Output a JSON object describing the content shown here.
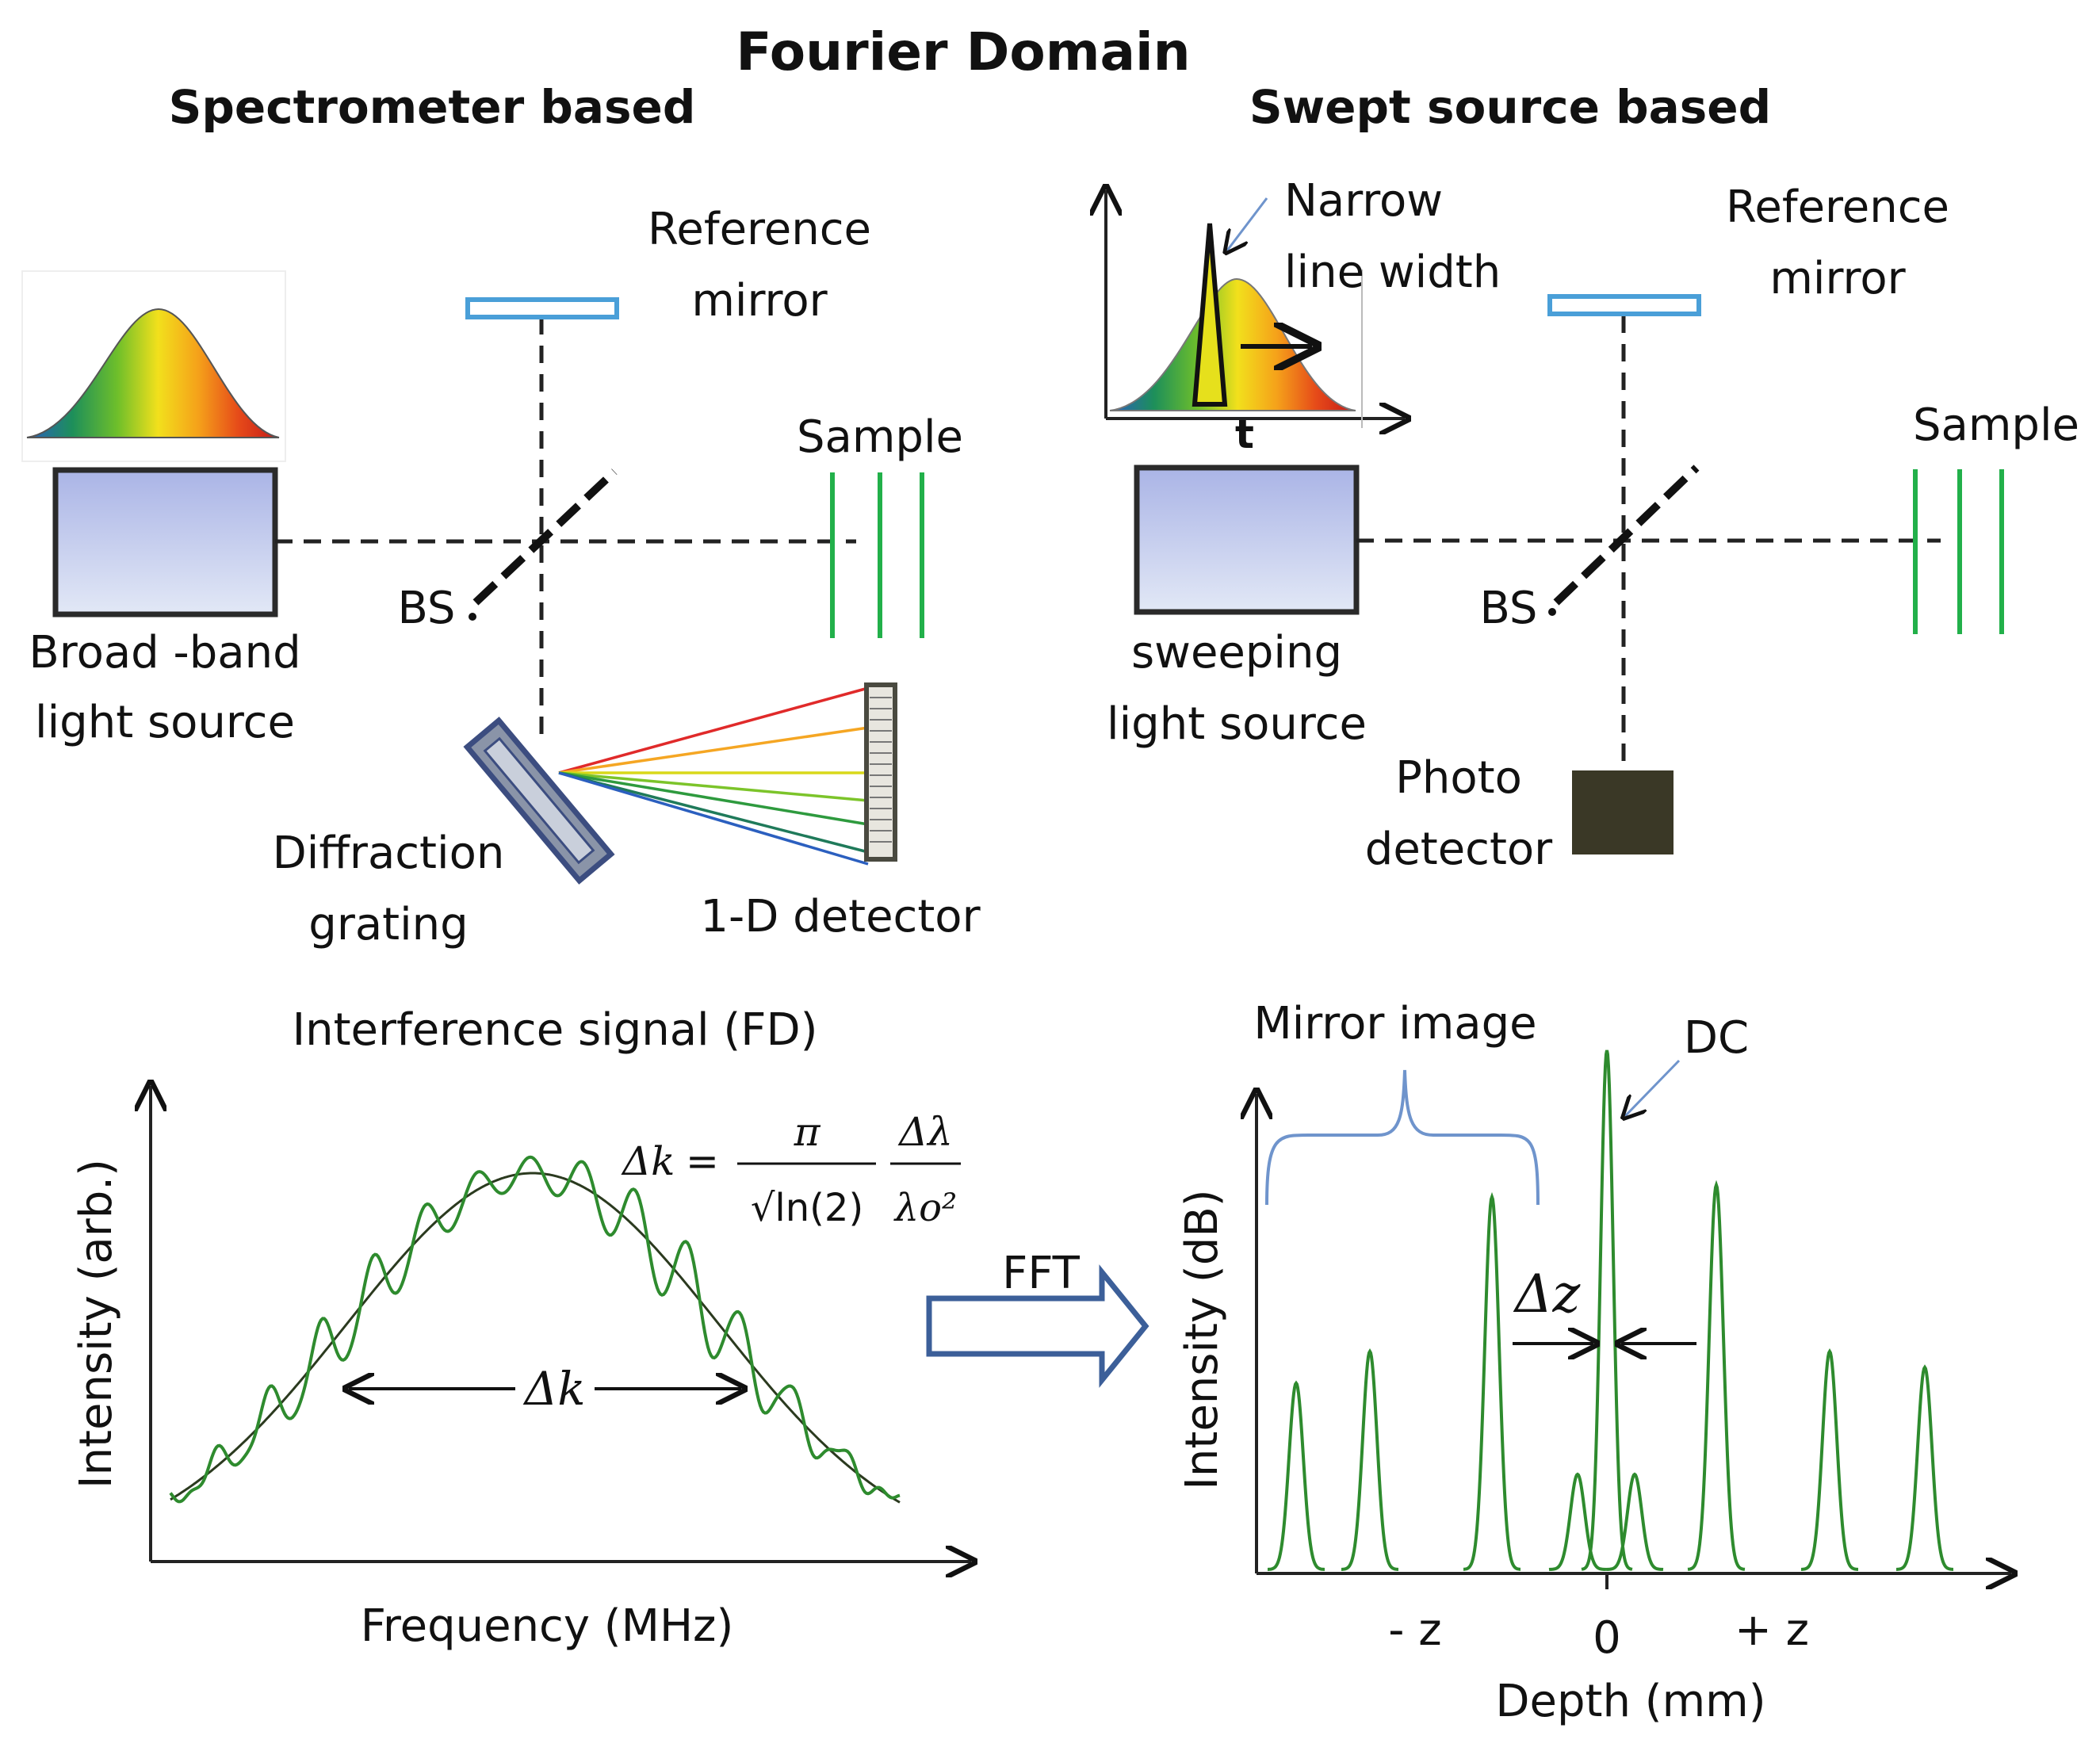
{
  "title": "Fourier Domain",
  "left_panel": {
    "heading": "Spectrometer based",
    "source_label_1": "Broad -band",
    "source_label_2": "light source",
    "ref_label_1": "Reference",
    "ref_label_2": "mirror",
    "sample_label": "Sample",
    "bs_label": "BS",
    "grating_label_1": "Diffraction",
    "grating_label_2": "grating",
    "detector_label": "1-D detector"
  },
  "right_panel": {
    "heading": "Swept source based",
    "narrow_label_1": "Narrow",
    "narrow_label_2": "line width",
    "time_label": "t",
    "ref_label_1": "Reference",
    "ref_label_2": "mirror",
    "sample_label": "Sample",
    "bs_label": "BS",
    "source_label_1": "sweeping",
    "source_label_2": "light source",
    "detector_label_1": "Photo",
    "detector_label_2": "detector"
  },
  "signal_plot": {
    "title": "Interference signal (FD)",
    "ylabel": "Intensity (arb.)",
    "xlabel": "Frequency  (MHz)",
    "width_label": "Δk",
    "formula": {
      "lhs": "Δk",
      "eq": "=",
      "numerator_1": "π",
      "denominator_1": "√ln(2)",
      "numerator_2": "Δλ",
      "denominator_2": "λo²"
    }
  },
  "fft_label": "FFT",
  "depth_plot": {
    "mirror_label": "Mirror image",
    "dc_label": "DC",
    "ylabel": "Intensity (dB)",
    "xlabel": "Depth (mm)",
    "resolution_label": "Δz",
    "tick_neg": "- z",
    "tick_zero": "0",
    "tick_pos": "+ z"
  },
  "colors": {
    "line": "#111111",
    "signal_green": "#2e8b2e",
    "sample_green": "#22b04a",
    "mirror_blue": "#4a9fd8",
    "annotation_blue": "#6f94cc",
    "arrow_outline": "#3c5f99",
    "box_top": "#aab4e6",
    "box_bottom": "#e2e8f6",
    "detector_dark": "#3a3826"
  }
}
